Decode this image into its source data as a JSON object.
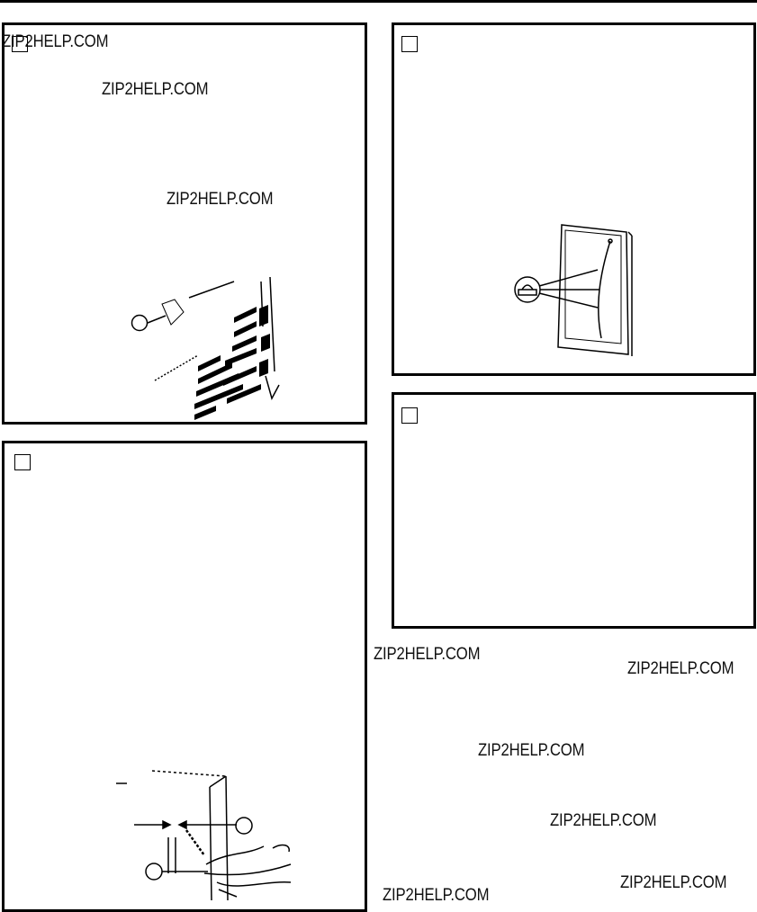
{
  "watermark": {
    "text": "ZIP2HELP.COM"
  },
  "panels": [
    {
      "id": "panel-top-left",
      "illustration": "grille-screw-illustration"
    },
    {
      "id": "panel-top-right",
      "illustration": "refrigerator-tubing-illustration"
    },
    {
      "id": "panel-middle-right",
      "illustration": ""
    },
    {
      "id": "panel-bottom-left",
      "illustration": "water-line-connection-illustration"
    }
  ],
  "colors": {
    "ink": "#000000",
    "paper": "#ffffff"
  }
}
